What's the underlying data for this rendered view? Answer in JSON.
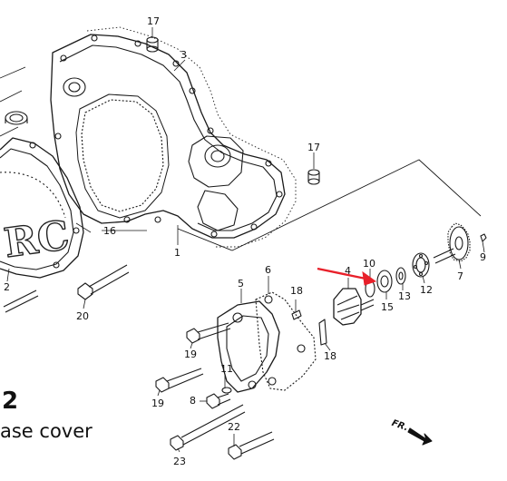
{
  "callouts": {
    "p1": "1",
    "p2": "2",
    "p3": "3",
    "p4": "4",
    "p5": "5",
    "p6": "6",
    "p7": "7",
    "p8": "8",
    "p9": "9",
    "p10": "10",
    "p11": "11",
    "p12": "12",
    "p13": "13",
    "p15": "15",
    "p16": "16",
    "p17a": "17",
    "p17b": "17",
    "p18a": "18",
    "p18b": "18",
    "p19a": "19",
    "p19b": "19",
    "p20": "20",
    "p22": "22",
    "p23": "23"
  },
  "figure_number": "2",
  "caption": "ase cover",
  "direction_marker": "FR.",
  "cover_logo": "RC",
  "highlight_color": "#e8202a",
  "highlight_target": "15"
}
